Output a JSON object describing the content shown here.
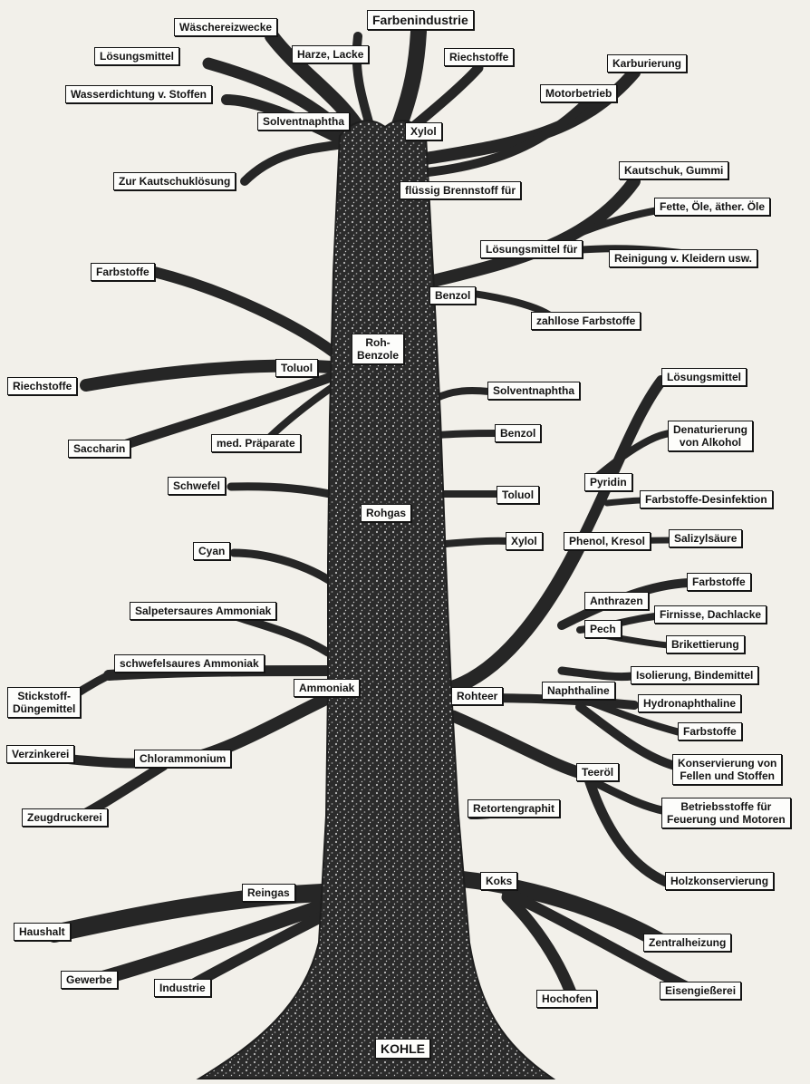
{
  "colors": {
    "trunk": "#2b2b2b",
    "branch": "#262626",
    "background": "#f2f0ea",
    "label_bg": "#fdfdfb",
    "ink": "#141414"
  },
  "labels": {
    "waeschereizwecke": "Wäschereizwecke",
    "farbenindustrie": "Farbenindustrie",
    "loesungsmittel_tl": "Lösungsmittel",
    "harze_lacke": "Harze, Lacke",
    "riechstoffe_top": "Riechstoffe",
    "karburierung": "Karburierung",
    "wasserdichtung": "Wasserdichtung v. Stoffen",
    "motorbetrieb": "Motorbetrieb",
    "solventnaphtha_top": "Solventnaphtha",
    "xylol_top": "Xylol",
    "kautschukloesung": "Zur Kautschuklösung",
    "fluessig_brennstoff": "flüssig Brennstoff für",
    "kautschuk_gummi": "Kautschuk, Gummi",
    "fette_oele": "Fette, Öle, äther. Öle",
    "loesungsmittel_fuer": "Lösungsmittel für",
    "reinigung_kleider": "Reinigung v. Kleidern usw.",
    "farbstoffe_left": "Farbstoffe",
    "benzol_upper": "Benzol",
    "zahllose_farbstoffe": "zahllose Farbstoffe",
    "roh_benzole": "Roh-\nBenzole",
    "toluol_left": "Toluol",
    "riechstoffe_left": "Riechstoffe",
    "solventnaphtha_mid": "Solventnaphtha",
    "loesungsmittel_r": "Lösungsmittel",
    "saccharin": "Saccharin",
    "med_praeparate": "med. Präparate",
    "benzol_mid": "Benzol",
    "denaturierung": "Denaturierung\nvon Alkohol",
    "schwefel": "Schwefel",
    "pyridin": "Pyridin",
    "farbstoffe_desinfektion": "Farbstoffe-Desinfektion",
    "toluol_mid": "Toluol",
    "rohgas": "Rohgas",
    "cyan": "Cyan",
    "xylol_mid": "Xylol",
    "phenol_kresol": "Phenol, Kresol",
    "salizylsaeure": "Salizylsäure",
    "farbstoffe_anthr": "Farbstoffe",
    "anthrazen": "Anthrazen",
    "salpetersaures_ammoniak": "Salpetersaures Ammoniak",
    "firnisse": "Firnisse, Dachlacke",
    "pech": "Pech",
    "brikettierung": "Brikettierung",
    "schwefelsaures_ammoniak": "schwefelsaures Ammoniak",
    "isolierung": "Isolierung, Bindemittel",
    "stickstoff_duenge": "Stickstoff-\nDüngemittel",
    "ammoniak": "Ammoniak",
    "rohteer": "Rohteer",
    "naphthaline": "Naphthaline",
    "hydronaphthaline": "Hydronaphthaline",
    "verzinkerei": "Verzinkerei",
    "farbstoffe_naph": "Farbstoffe",
    "chlorammonium": "Chlorammonium",
    "konservierung_fellen": "Konservierung von\nFellen und Stoffen",
    "teeroel": "Teeröl",
    "zeugdruckerei": "Zeugdruckerei",
    "retortengraphit": "Retortengraphit",
    "betriebsstoffe": "Betriebsstoffe für\nFeuerung und Motoren",
    "koks": "Koks",
    "holzkonservierung": "Holzkonservierung",
    "reingas": "Reingas",
    "haushalt": "Haushalt",
    "zentralheizung": "Zentralheizung",
    "gewerbe": "Gewerbe",
    "industrie": "Industrie",
    "hochofen": "Hochofen",
    "eisengiesserei": "Eisengießerei",
    "kohle": "KOHLE"
  }
}
